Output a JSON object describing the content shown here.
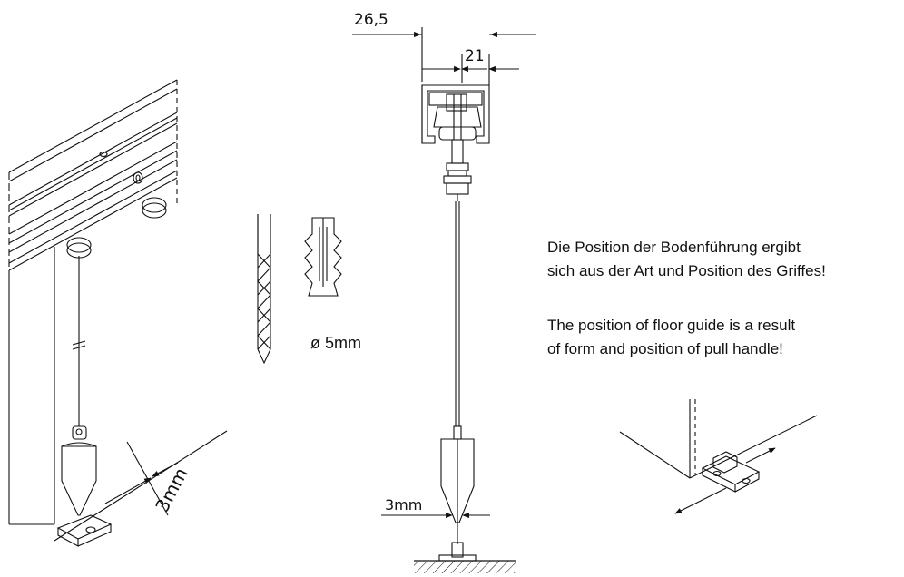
{
  "dimensions": {
    "width_total": "26,5",
    "width_inner": "21",
    "gap_center": "3mm",
    "gap_left": "3mm"
  },
  "drill": {
    "diameter_label": "ø 5mm"
  },
  "notes": {
    "de_line1": "Die Position der Bodenführung ergibt",
    "de_line2": "sich aus der Art und Position des Griffes!",
    "en_line1": "The position of floor guide is a result",
    "en_line2": "of form and position of pull handle!"
  },
  "icons": [
    "door-track-perspective",
    "drill-bit-icon",
    "wall-plug-icon",
    "track-profile-section",
    "plumb-bob-icon",
    "floor-guide-icon"
  ]
}
